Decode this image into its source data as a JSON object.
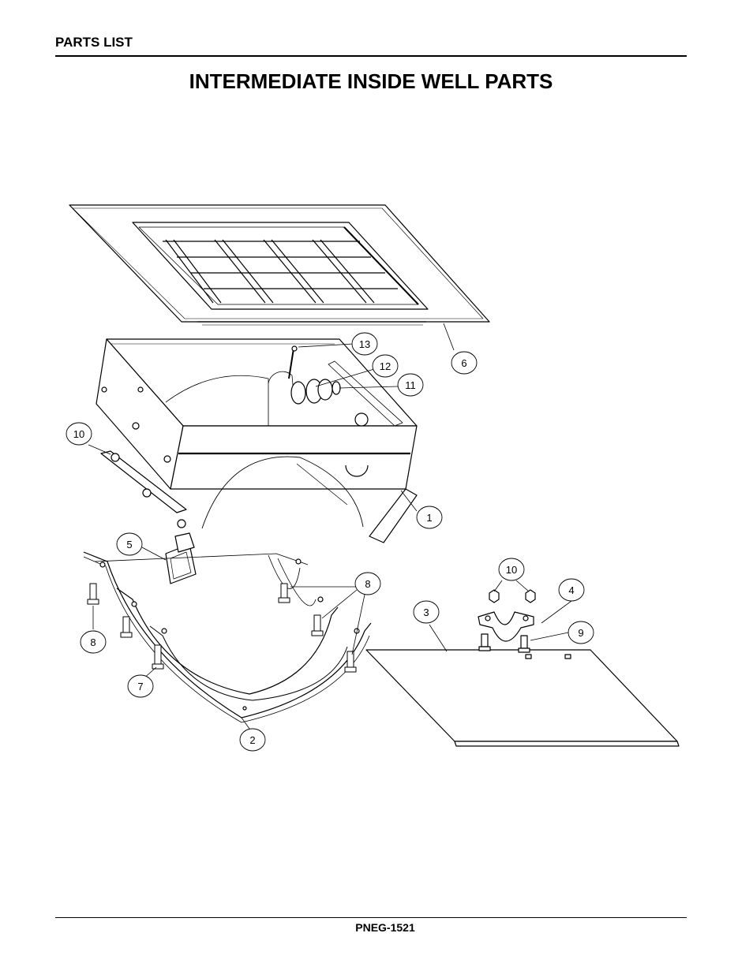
{
  "header": {
    "section": "PARTS LIST",
    "title": "INTERMEDIATE INSIDE WELL PARTS"
  },
  "footer": {
    "doc_number": "PNEG-1521"
  },
  "callouts": {
    "c1": "1",
    "c2": "2",
    "c3": "3",
    "c4": "4",
    "c5": "5",
    "c6": "6",
    "c7": "7",
    "c8a": "8",
    "c8b": "8",
    "c9": "9",
    "c10a": "10",
    "c10b": "10",
    "c11": "11",
    "c12": "12",
    "c13": "13"
  }
}
